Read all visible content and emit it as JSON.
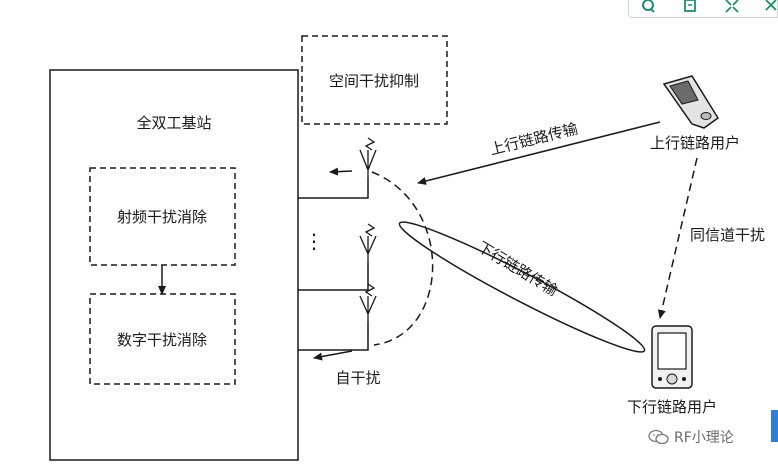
{
  "diagram": {
    "base_station_label": "全双工基站",
    "rf_cancel_label": "射频干扰消除",
    "digital_cancel_label": "数字干扰消除",
    "spatial_suppress_label": "空间干扰抑制",
    "uplink_tx_label": "上行链路传输",
    "uplink_user_label": "上行链路用户",
    "cochannel_label": "同信道干扰",
    "downlink_tx_label": "下行链路传输",
    "downlink_user_label": "下行链路用户",
    "self_interference_label": "自干扰",
    "ellipsis": "⋮"
  },
  "watermark": {
    "text": "RF小理论",
    "icon": "wechat-icon"
  },
  "toolbar": {
    "icons": [
      "search-icon",
      "copy-icon",
      "expand-icon",
      "close-icon"
    ]
  }
}
